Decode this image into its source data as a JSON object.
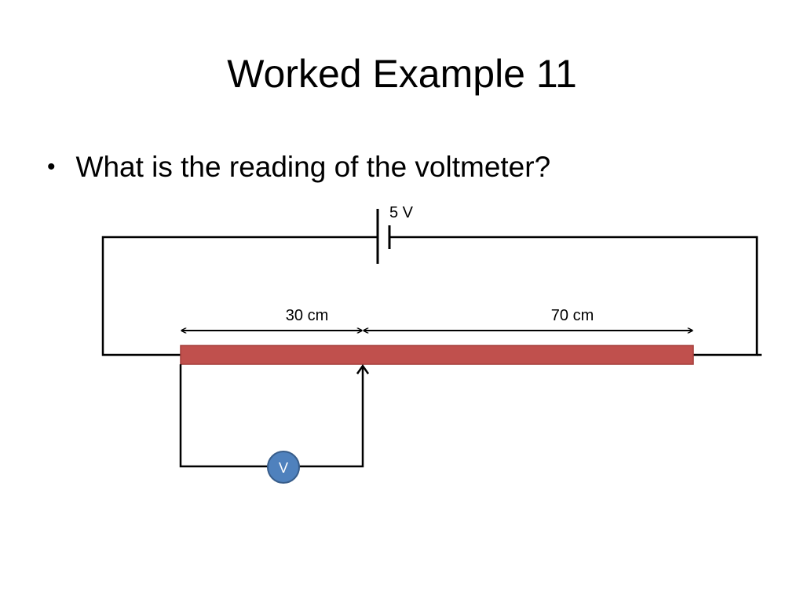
{
  "slide": {
    "title": "Worked Example 11",
    "bullet": "What is the reading of the voltmeter?"
  },
  "diagram": {
    "battery_label": "5 V",
    "left_length_label": "30 cm",
    "right_length_label": "70 cm",
    "voltmeter_label": "V"
  },
  "colors": {
    "resistance_wire_fill": "#c0504d",
    "resistance_wire_stroke": "#a33d3a",
    "voltmeter_fill": "#4f81bd",
    "voltmeter_stroke": "#385d8a",
    "voltmeter_text": "#ffffff",
    "wire": "#000000"
  }
}
